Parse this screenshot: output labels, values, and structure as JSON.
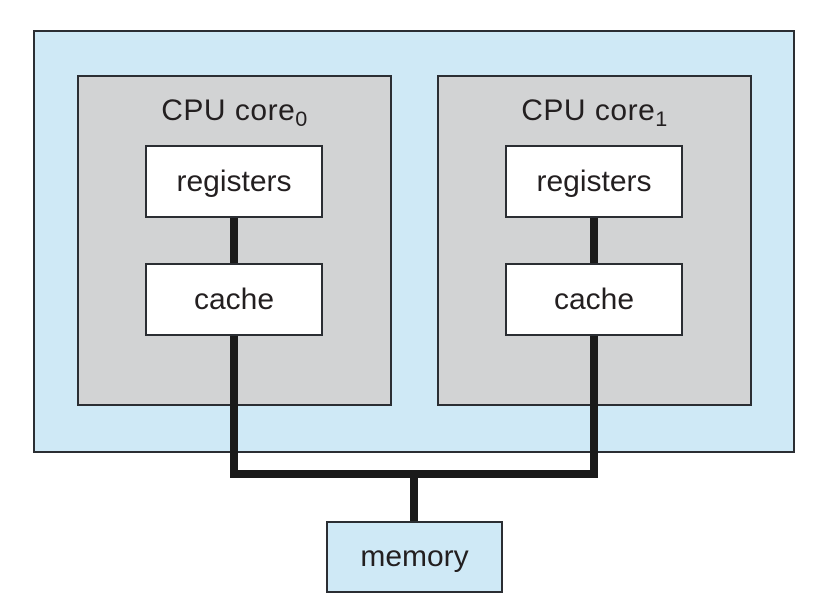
{
  "diagram": {
    "type": "multicore-cpu-architecture",
    "cores": [
      {
        "title": "CPU core",
        "title_subscript": "0",
        "registers_label": "registers",
        "cache_label": "cache"
      },
      {
        "title": "CPU core",
        "title_subscript": "1",
        "registers_label": "registers",
        "cache_label": "cache"
      }
    ],
    "memory_label": "memory",
    "colors": {
      "chip_fill": "#cfe9f6",
      "core_fill": "#d2d3d4",
      "component_fill": "#ffffff",
      "memory_fill": "#cfe9f6",
      "border": "#2b2e33",
      "bus_line": "#1a1a1a",
      "text": "#231f20"
    }
  }
}
